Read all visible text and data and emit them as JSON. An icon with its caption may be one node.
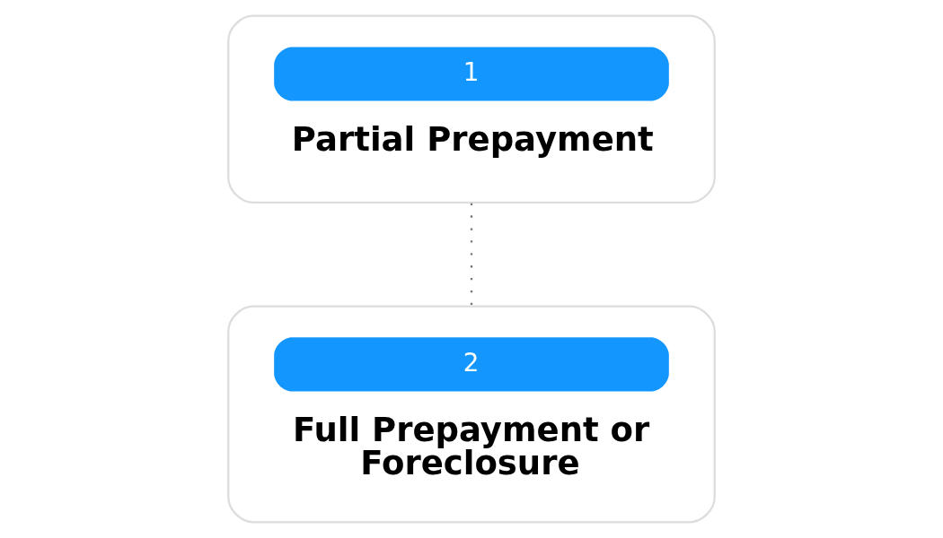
{
  "diagram": {
    "nodes": [
      {
        "text": [
          "1",
          "Partial Prepayment"
        ]
      },
      {
        "text": [
          "2",
          "Full Prepayment or Foreclosure"
        ]
      }
    ],
    "edges": [
      {
        "from": 0,
        "to": 1,
        "arrow": "none",
        "style": "dashed"
      }
    ]
  }
}
